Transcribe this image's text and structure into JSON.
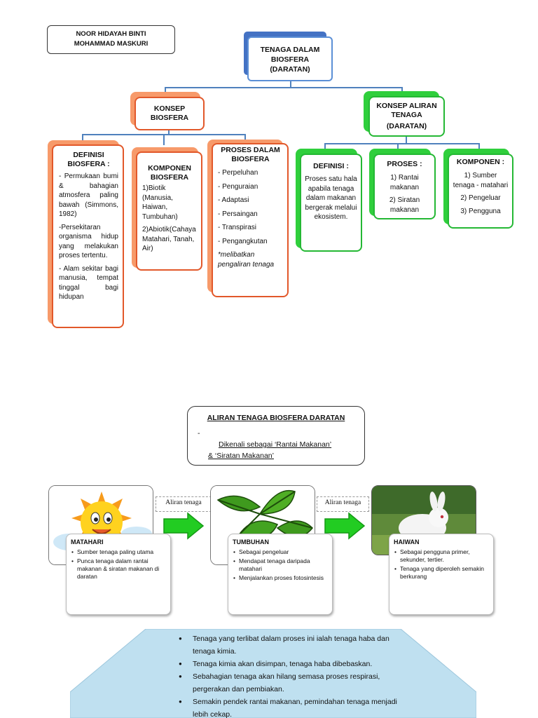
{
  "author": {
    "line1": "NOOR HIDAYAH BINTI",
    "line2": "MOHAMMAD MASKURI"
  },
  "root": {
    "line1": "TENAGA DALAM",
    "line2": "BIOSFERA",
    "line3": "(DARATAN)"
  },
  "konsep_biosfera": {
    "title_line1": "KONSEP",
    "title_line2": "BIOSFERA",
    "definisi": {
      "title_line1": "DEFINISI",
      "title_line2": "BIOSFERA :",
      "p1": "- Permukaan bumi & bahagian atmosfera paling bawah (Simmons, 1982)",
      "p2": "-Persekitaran organisma hidup yang melakukan proses tertentu.",
      "p3": "- Alam sekitar bagi manusia, tempat tinggal bagi hidupan"
    },
    "komponen": {
      "title_line1": "KOMPONEN",
      "title_line2": "BIOSFERA",
      "p1": "1)Biotik (Manusia, Haiwan, Tumbuhan)",
      "p2": "2)Abiotik(Cahaya Matahari, Tanah, Air)"
    },
    "proses": {
      "title_line1": "PROSES DALAM",
      "title_line2": "BIOSFERA",
      "items": [
        "- Perpeluhan",
        "- Penguraian",
        "- Adaptasi",
        "- Persaingan",
        "- Transpirasi",
        "- Pengangkutan"
      ],
      "note": "*melibatkan pengaliran tenaga"
    }
  },
  "konsep_aliran": {
    "title_line1": "KONSEP  ALIRAN",
    "title_line2": "TENAGA",
    "title_line3": "(DARATAN)",
    "definisi": {
      "title": "DEFINISI :",
      "text": "Proses satu hala apabila tenaga dalam makanan bergerak melalui ekosistem."
    },
    "proses": {
      "title": "PROSES :",
      "item1": "1) Rantai makanan",
      "item2": "2) Siratan makanan"
    },
    "komponen": {
      "title": "KOMPONEN :",
      "item1": "1) Sumber tenaga - matahari",
      "item2": "2) Pengeluar",
      "item3": "3) Pengguna"
    }
  },
  "aliran": {
    "title": "ALIRAN TENAGA BIOSFERA DARATAN",
    "sub_dash": "-",
    "sub_line1": "Dikenali sebagai ‘Rantai Makanan’",
    "sub_line2": "& ‘Siratan Makanan’"
  },
  "flow_label": "Aliran tenaga",
  "matahari": {
    "title": "MATAHARI",
    "items": [
      "Sumber tenaga paling utama",
      "Punca tenaga dalam rantai makanan & siratan makanan di daratan"
    ]
  },
  "tumbuhan": {
    "title": "TUMBUHAN",
    "items": [
      "Sebagai pengeluar",
      "Mendapat tenaga daripada matahari",
      "Menjalankan proses fotosintesis"
    ]
  },
  "haiwan": {
    "title": "HAIWAN",
    "items": [
      "Sebagai pengguna primer, sekunder, tertier.",
      "Tenaga yang diperoleh semakin berkurang"
    ]
  },
  "notes": [
    "Tenaga yang terlibat dalam proses ini ialah tenaga haba dan tenaga kimia.",
    "Tenaga kimia akan disimpan, tenaga haba dibebaskan.",
    "Sebahagian tenaga akan hilang semasa proses respirasi, pergerakan dan pembiakan.",
    "Semakin pendek rantai makanan, pemindahan tenaga menjadi lebih cekap."
  ],
  "colors": {
    "blue": "#4472c4",
    "orange": "#e2582a",
    "green": "#24b834",
    "hexagon": "#bfe0f0",
    "arrow": "#22cc22"
  }
}
